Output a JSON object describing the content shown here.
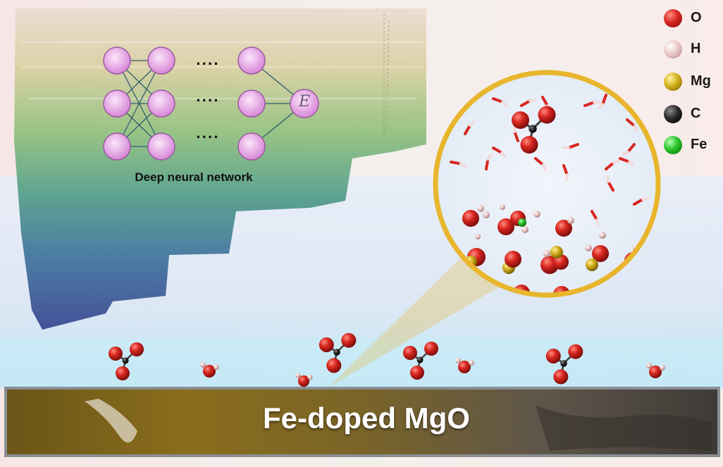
{
  "network": {
    "caption": "Deep neural network",
    "output_label": "E",
    "ellipsis": "····",
    "node_color": "#e79ee8"
  },
  "legend": [
    {
      "label": "O",
      "color": "#d8261f"
    },
    {
      "label": "H",
      "color": "#e9c4c4"
    },
    {
      "label": "Mg",
      "color": "#d4b01c"
    },
    {
      "label": "C",
      "color": "#2a2a2a"
    },
    {
      "label": "Fe",
      "color": "#28c428"
    }
  ],
  "substrate": {
    "label": "Fe-doped MgO"
  },
  "colors": {
    "oxygen": "#d8261f",
    "hydrogen": "#e9c4c4",
    "magnesium": "#d4b01c",
    "carbon": "#2a2a2a",
    "iron": "#28c428",
    "zoom_ring": "#e8b52c"
  }
}
